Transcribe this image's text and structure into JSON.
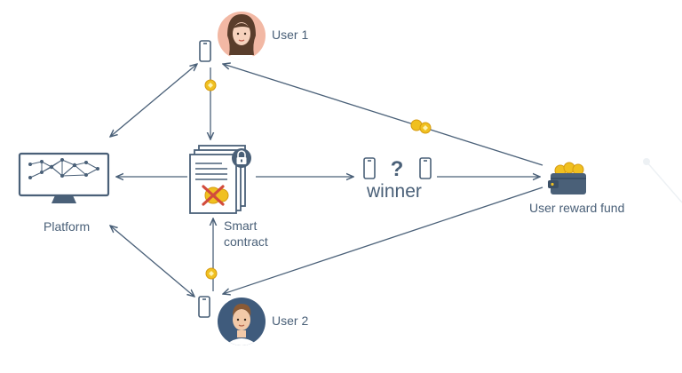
{
  "nodes": {
    "user1": {
      "label": "User 1"
    },
    "user2": {
      "label": "User 2"
    },
    "platform": {
      "label": "Platform"
    },
    "contract": {
      "label_line1": "Smart",
      "label_line2": "contract"
    },
    "winner": {
      "label": "winner",
      "symbol": "?"
    },
    "fund": {
      "label": "User reward fund"
    }
  },
  "colors": {
    "ink": "#4a6078",
    "coin": "#f0c020",
    "cross": "#d24b3c",
    "user1_bg": "#f2b8a4",
    "user2_bg": "#3f5b7c"
  },
  "icons": [
    "phone-icon",
    "coin-icon",
    "monitor-icon",
    "document-icon",
    "lock-icon",
    "wallet-icon",
    "avatar-female-icon",
    "avatar-male-icon",
    "question-icon"
  ]
}
